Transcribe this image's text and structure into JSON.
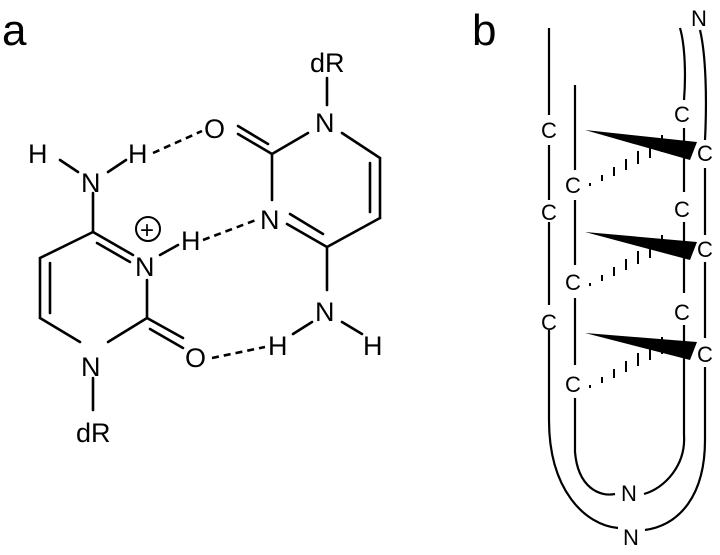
{
  "panels": {
    "a": {
      "letter": "a",
      "left_base": {
        "atoms": {
          "h_amino_left": "H",
          "h_amino_top": "H",
          "n_amino": "N",
          "n3": "N",
          "plus": "+",
          "h_n3": "H",
          "o2": "O",
          "n1": "N",
          "sugar": "dR"
        }
      },
      "right_base": {
        "atoms": {
          "o2": "O",
          "n3": "N",
          "n1": "N",
          "sugar": "dR",
          "n_amino": "N",
          "h_amino_left": "H",
          "h_amino_right": "H"
        }
      }
    },
    "b": {
      "letter": "b",
      "top_atom": "N",
      "left_strand_atoms": [
        "C",
        "C",
        "C",
        "C",
        "C",
        "C"
      ],
      "right_strand_atoms": [
        "C",
        "C",
        "C",
        "C",
        "C",
        "C"
      ],
      "loop_atoms": [
        "N",
        "N"
      ]
    }
  }
}
